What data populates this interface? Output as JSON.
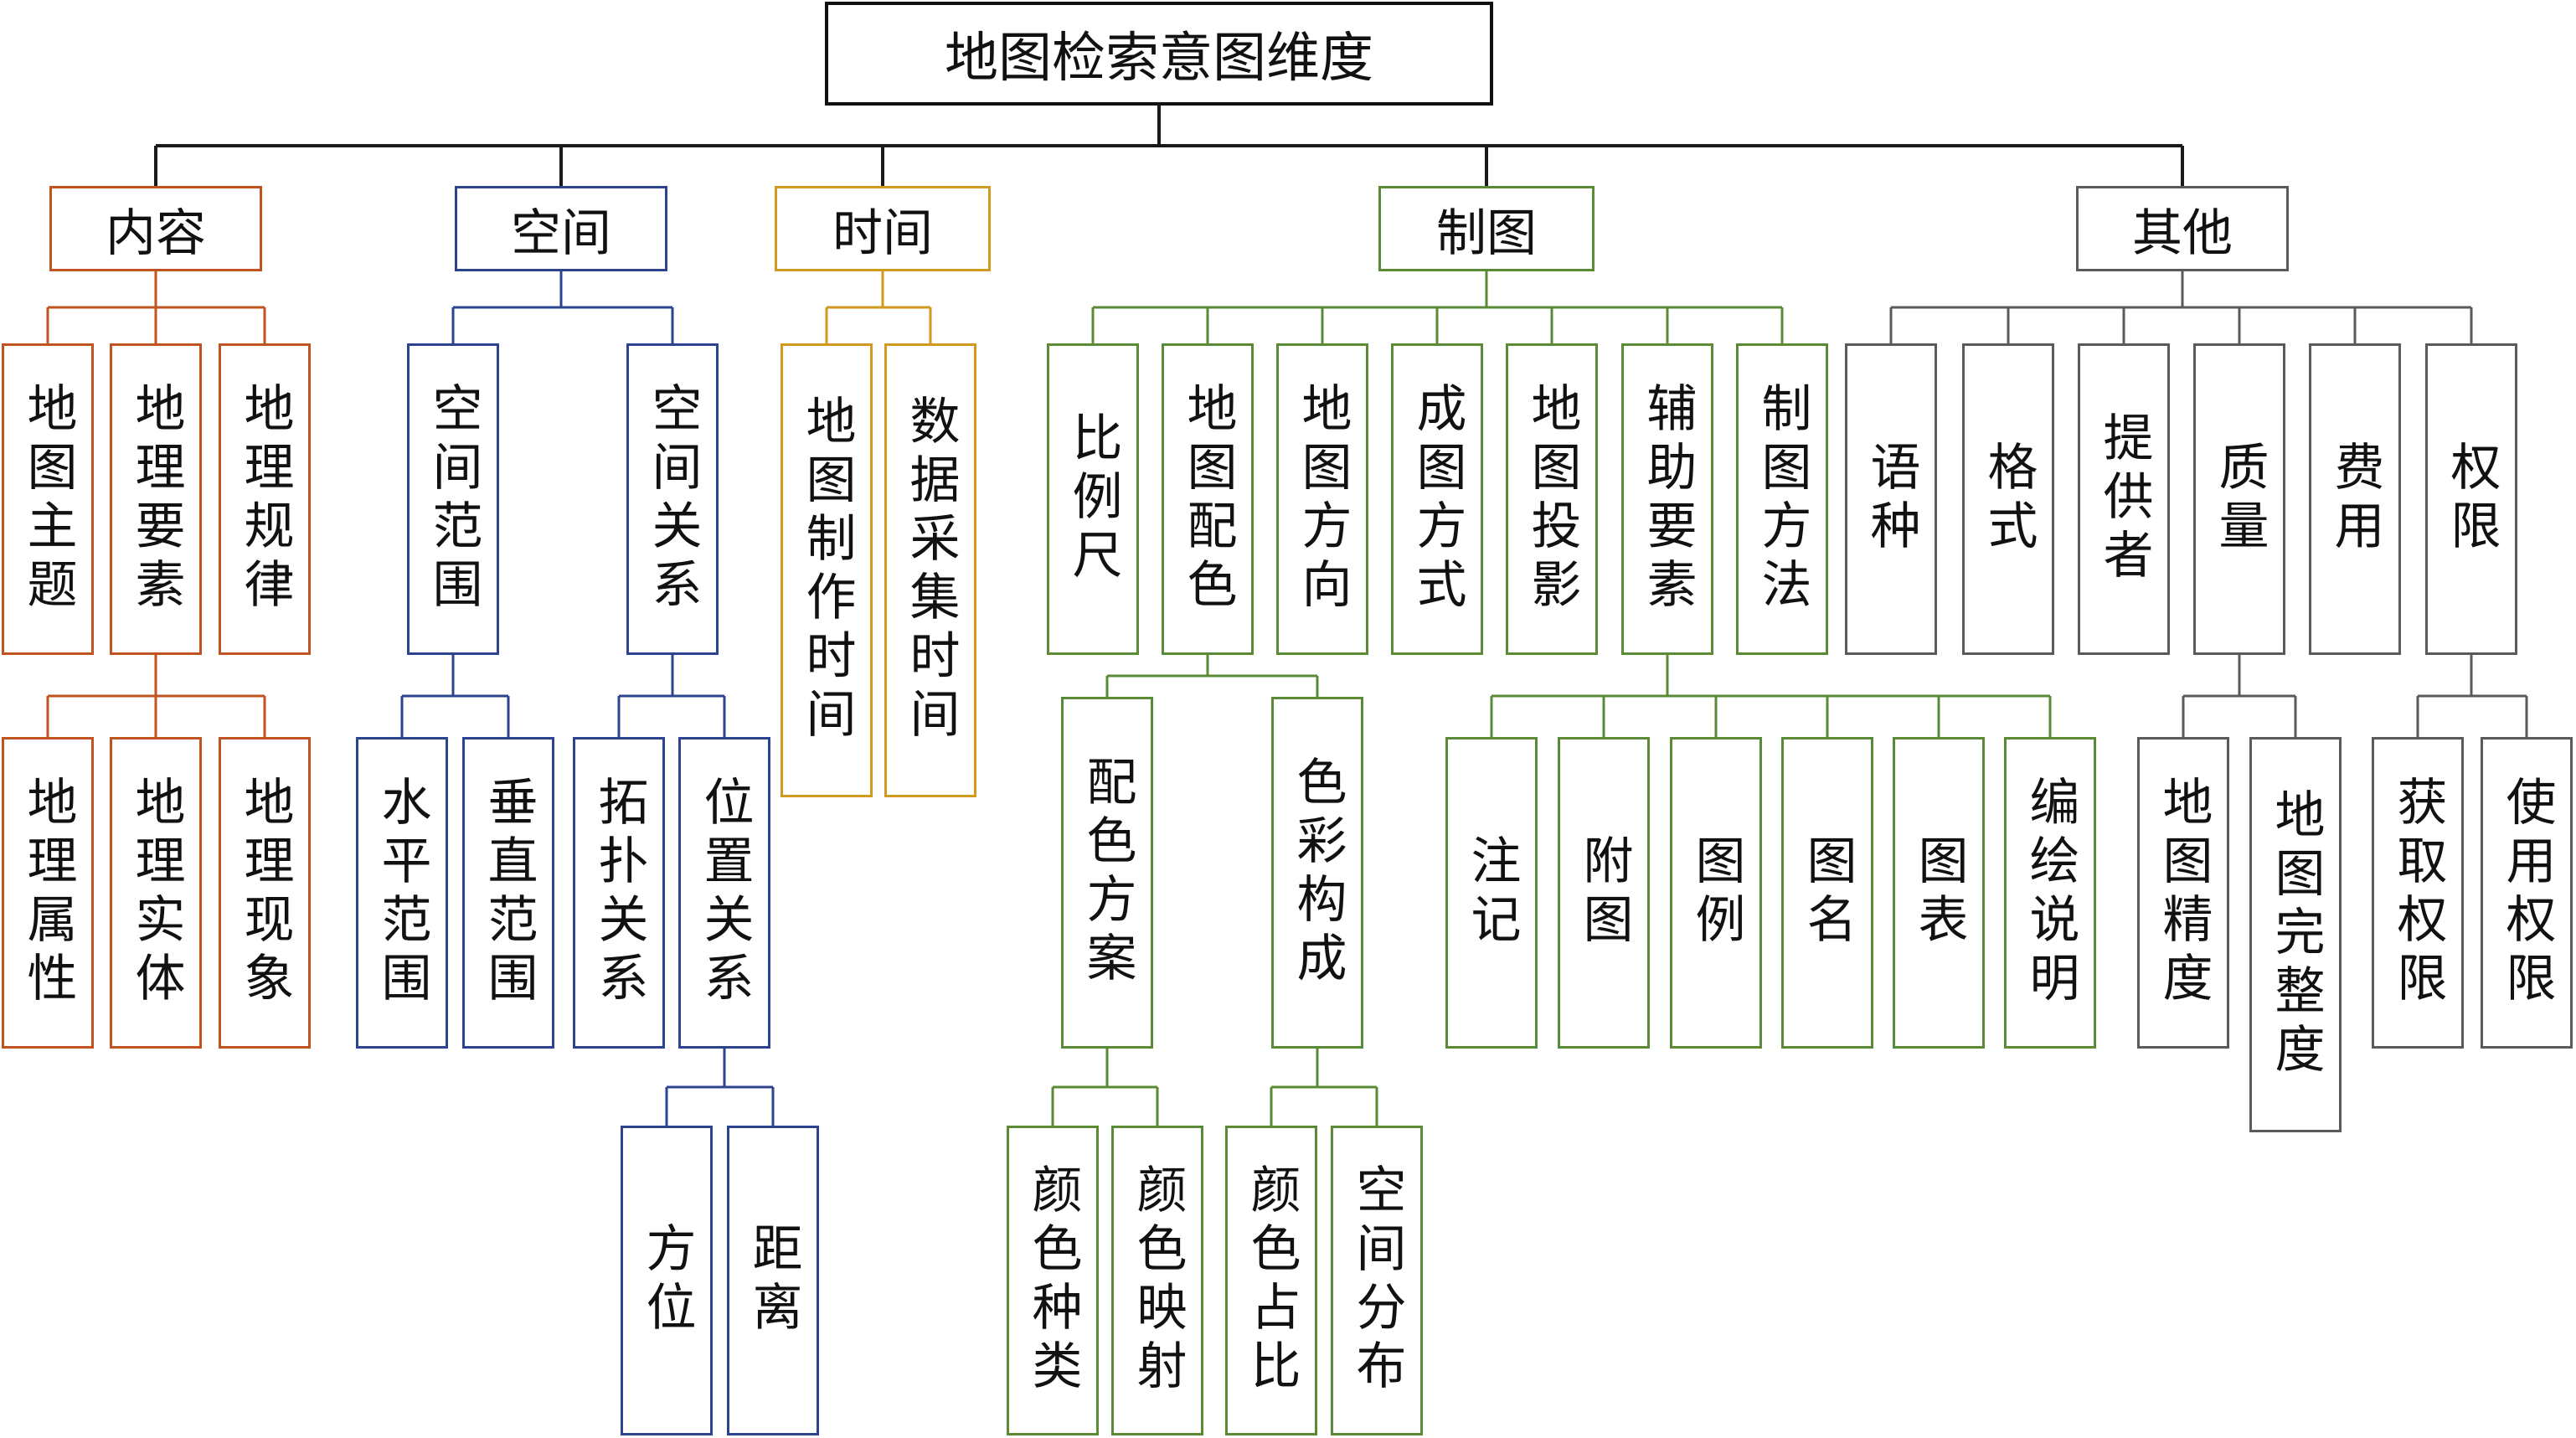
{
  "title": "地图检索意图维度",
  "colors": {
    "root": "#1a1a1a",
    "content": "#c0531e",
    "space": "#2c4391",
    "time": "#d19a1f",
    "cartography": "#5a8a34",
    "other": "#5a5a5a"
  },
  "categories": [
    {
      "key": "content",
      "label": "内容",
      "children": [
        {
          "label": "地图主题"
        },
        {
          "label": "地理要素",
          "children": [
            {
              "label": "地理属性"
            },
            {
              "label": "地理实体"
            },
            {
              "label": "地理现象"
            }
          ]
        },
        {
          "label": "地理规律"
        }
      ]
    },
    {
      "key": "space",
      "label": "空间",
      "children": [
        {
          "label": "空间范围",
          "children": [
            {
              "label": "水平范围"
            },
            {
              "label": "垂直范围"
            }
          ]
        },
        {
          "label": "空间关系",
          "children": [
            {
              "label": "拓扑关系"
            },
            {
              "label": "位置关系",
              "children": [
                {
                  "label": "方位"
                },
                {
                  "label": "距离"
                }
              ]
            }
          ]
        }
      ]
    },
    {
      "key": "time",
      "label": "时间",
      "children": [
        {
          "label": "地图制作时间"
        },
        {
          "label": "数据采集时间"
        }
      ]
    },
    {
      "key": "cartography",
      "label": "制图",
      "children": [
        {
          "label": "比例尺"
        },
        {
          "label": "地图配色",
          "children": [
            {
              "label": "配色方案",
              "children": [
                {
                  "label": "颜色种类"
                },
                {
                  "label": "颜色映射"
                }
              ]
            },
            {
              "label": "色彩构成",
              "children": [
                {
                  "label": "颜色占比"
                },
                {
                  "label": "空间分布"
                }
              ]
            }
          ]
        },
        {
          "label": "地图方向"
        },
        {
          "label": "成图方式"
        },
        {
          "label": "地图投影"
        },
        {
          "label": "辅助要素",
          "children": [
            {
              "label": "注记"
            },
            {
              "label": "附图"
            },
            {
              "label": "图例"
            },
            {
              "label": "图名"
            },
            {
              "label": "图表"
            },
            {
              "label": "编绘说明"
            }
          ]
        },
        {
          "label": "制图方法"
        }
      ]
    },
    {
      "key": "other",
      "label": "其他",
      "children": [
        {
          "label": "语种"
        },
        {
          "label": "格式"
        },
        {
          "label": "提供者"
        },
        {
          "label": "质量",
          "children": [
            {
              "label": "地图精度"
            },
            {
              "label": "地图完整度"
            }
          ]
        },
        {
          "label": "费用"
        },
        {
          "label": "权限",
          "children": [
            {
              "label": "获取权限"
            },
            {
              "label": "使用权限"
            }
          ]
        }
      ]
    }
  ]
}
